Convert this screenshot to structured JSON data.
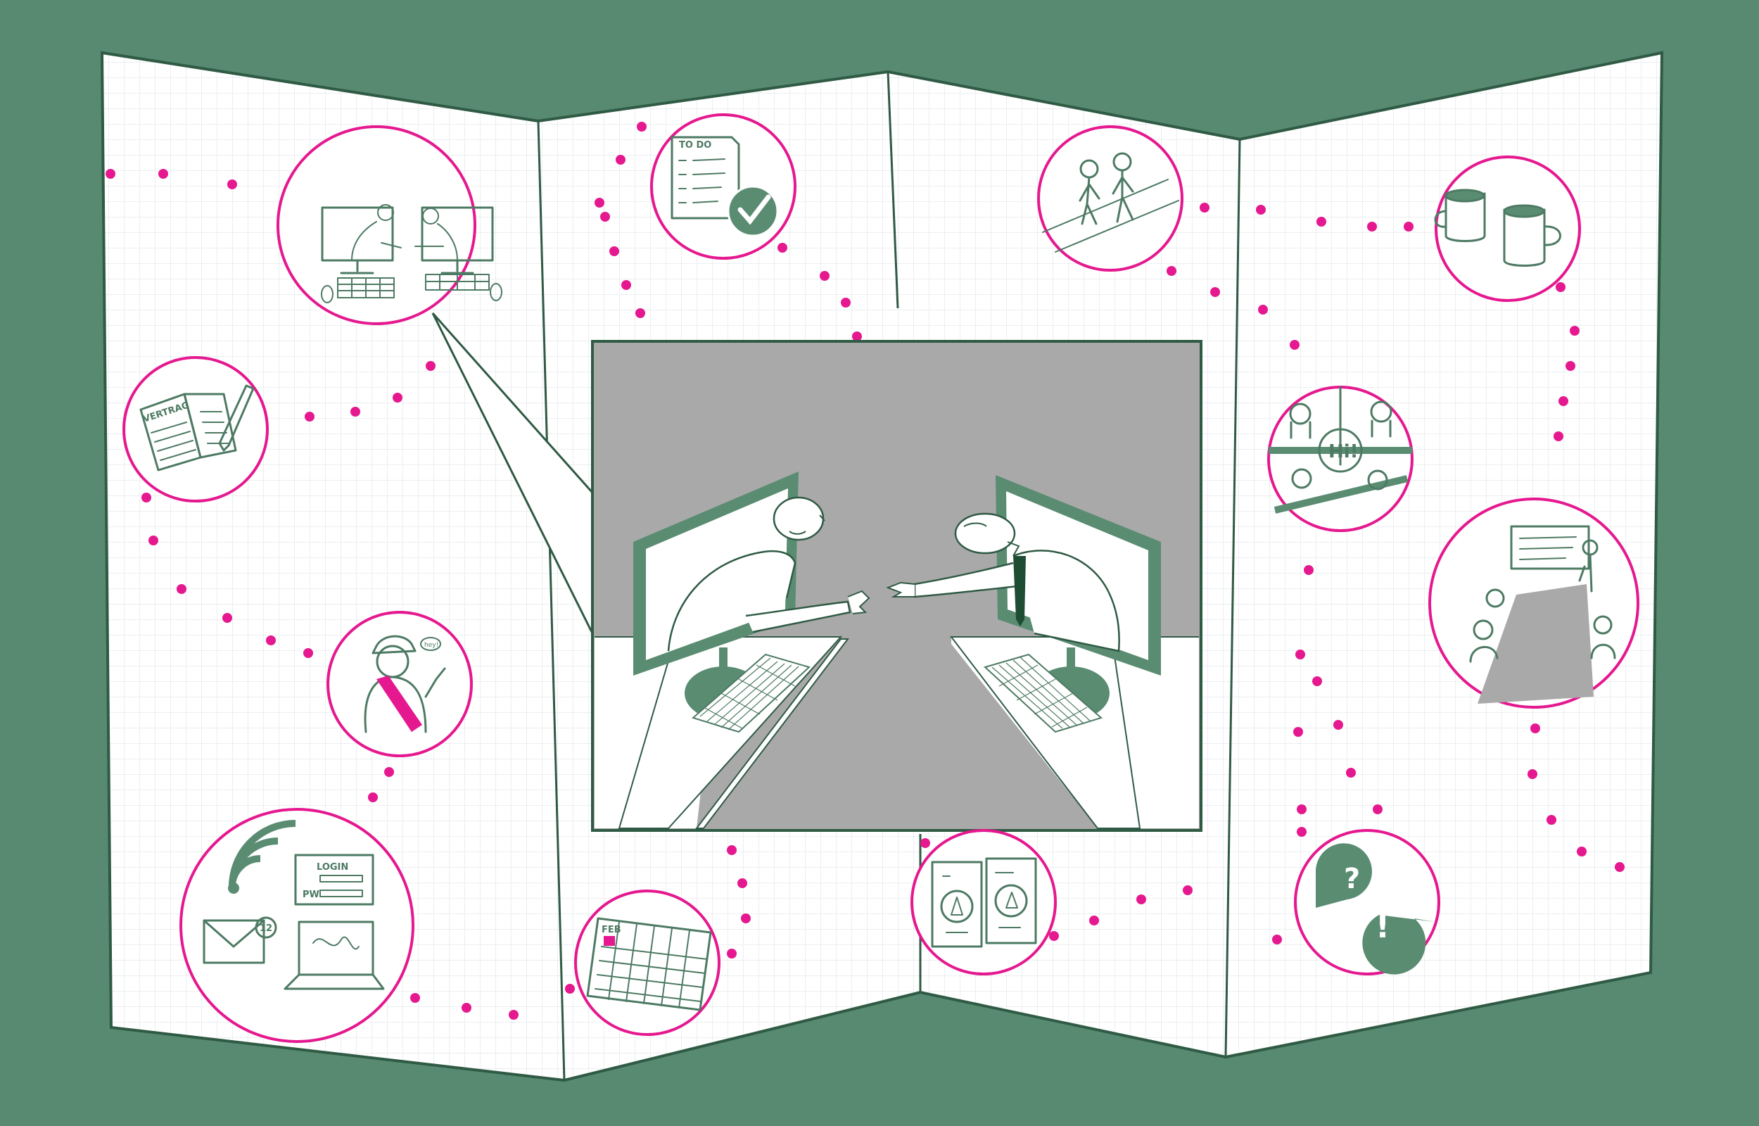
{
  "icons": {
    "contract": "VERTRAG",
    "todo": "TO DO",
    "login": "LOGIN",
    "password": "PW",
    "mail_count": "12",
    "calendar_month": "FEB",
    "greeting": "Hi!",
    "question": "?",
    "exclamation": "!",
    "speech_small": "hey!"
  },
  "colors": {
    "background": "#578a70",
    "accent_magenta": "#e5188f",
    "line_green": "#4d7a63",
    "scene_gray": "#a8a8a8"
  }
}
